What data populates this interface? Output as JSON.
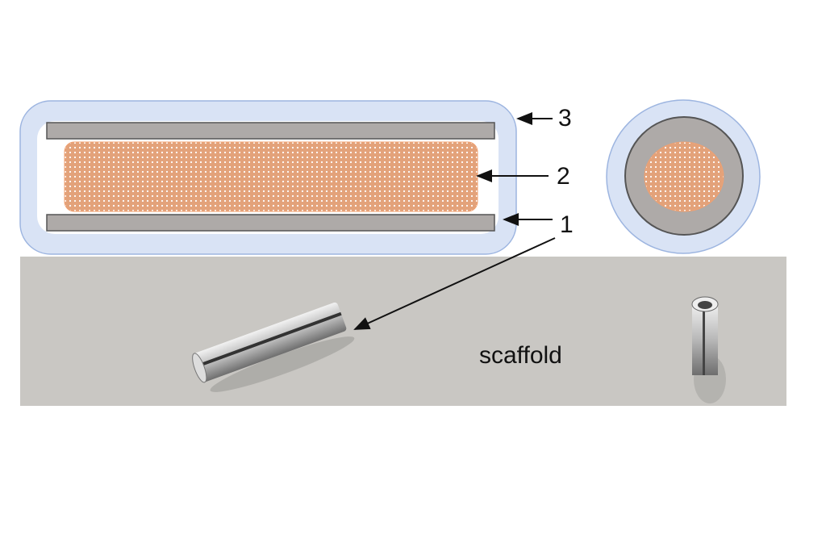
{
  "labels": {
    "one": "1",
    "two": "2",
    "three": "3",
    "scaffold": "scaffold"
  },
  "colors": {
    "sheath": "#d9e3f5",
    "sheath_border": "#9db5e0",
    "tube": "#aeaaa8",
    "tube_border": "#555555",
    "core": "#e8a070",
    "photo_bg": "#c9c7c3"
  }
}
